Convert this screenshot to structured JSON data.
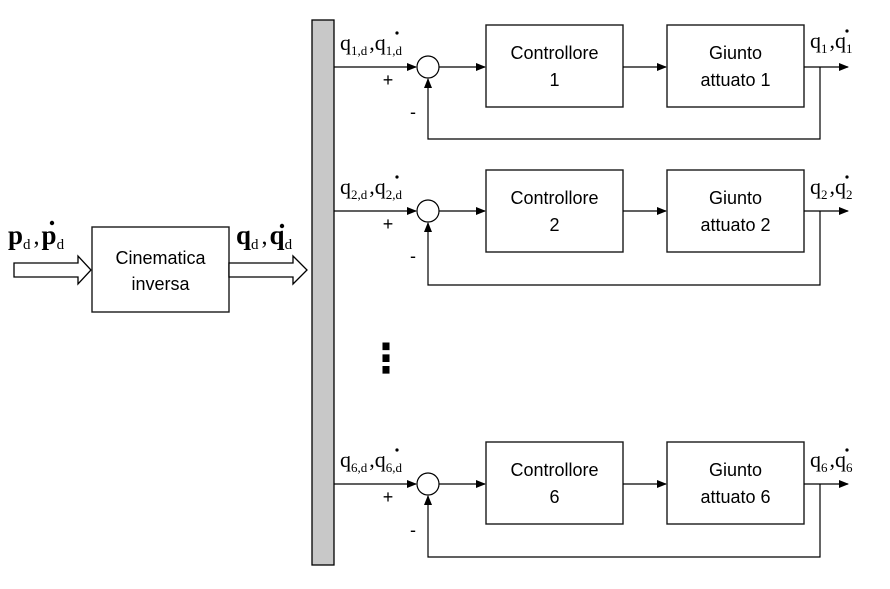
{
  "input_signal": {
    "main": "p",
    "sub": "d",
    "main2": "p",
    "sub2": "d"
  },
  "inverse_kinematics": {
    "line1": "Cinematica",
    "line2": "inversa"
  },
  "bus_output_signal": {
    "main": "q",
    "sub": "d",
    "main2": "q",
    "sub2": "d"
  },
  "ellipsis": "⋮",
  "loops": [
    {
      "id": "1",
      "ref_label": {
        "main": "q",
        "sub": "1,d",
        "main2": "q",
        "sub2": "1,d"
      },
      "plus": "+",
      "minus": "-",
      "controller": {
        "line1": "Controllore",
        "line2": "1"
      },
      "joint": {
        "line1": "Giunto",
        "line2": "attuato 1"
      },
      "out_label": {
        "main": "q",
        "sub": "1",
        "main2": "q",
        "sub2": "1"
      }
    },
    {
      "id": "2",
      "ref_label": {
        "main": "q",
        "sub": "2,d",
        "main2": "q",
        "sub2": "2,d"
      },
      "plus": "+",
      "minus": "-",
      "controller": {
        "line1": "Controllore",
        "line2": "2"
      },
      "joint": {
        "line1": "Giunto",
        "line2": "attuato 2"
      },
      "out_label": {
        "main": "q",
        "sub": "2",
        "main2": "q",
        "sub2": "2"
      }
    },
    {
      "id": "6",
      "ref_label": {
        "main": "q",
        "sub": "6,d",
        "main2": "q",
        "sub2": "6,d"
      },
      "plus": "+",
      "minus": "-",
      "controller": {
        "line1": "Controllore",
        "line2": "6"
      },
      "joint": {
        "line1": "Giunto",
        "line2": "attuato 6"
      },
      "out_label": {
        "main": "q",
        "sub": "6",
        "main2": "q",
        "sub2": "6"
      }
    }
  ],
  "colors": {
    "bus_fill": "#c8c8c8",
    "stroke": "#000000"
  }
}
